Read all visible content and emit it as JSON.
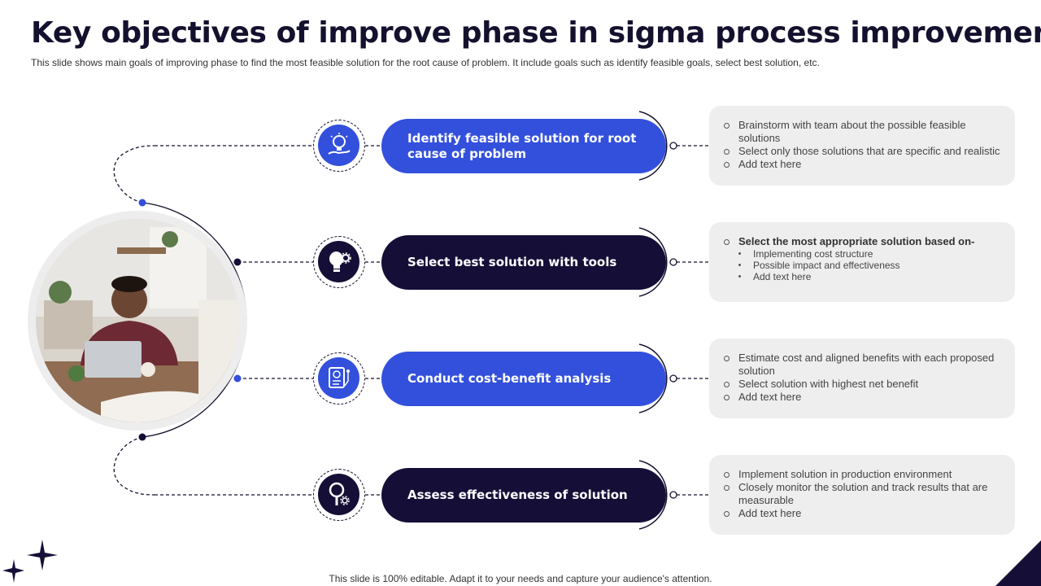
{
  "header": {
    "title": "Key objectives of improve phase in sigma process improvement",
    "subtitle": "This slide shows main goals of improving phase to find the most feasible solution for the root cause of problem. It include goals such as identify feasible goals, select best solution, etc."
  },
  "steps": [
    {
      "label": "Identify feasible solution for root cause of problem",
      "icon": "lightbulb-hand-icon",
      "color": "#3350dc",
      "details": [
        "Brainstorm with team about the possible feasible solutions",
        "Select only those solutions that are specific and realistic",
        "Add text here"
      ]
    },
    {
      "label": "Select best solution with tools",
      "icon": "lightbulb-gear-icon",
      "color": "#150f38",
      "details_heading": "Select the most appropriate solution based on-",
      "sub_details": [
        "Implementing cost structure",
        "Possible impact and effectiveness",
        "Add text here"
      ]
    },
    {
      "label": "Conduct cost-benefit analysis",
      "icon": "cost-document-icon",
      "color": "#3350dc",
      "details": [
        "Estimate cost and aligned benefits with each proposed solution",
        "Select solution with highest net benefit",
        "Add text here"
      ]
    },
    {
      "label": "Assess effectiveness of solution",
      "icon": "magnifier-gear-icon",
      "color": "#150f38",
      "details": [
        "Implement solution in production environment",
        "Closely monitor the solution and track results that are measurable",
        "Add text here"
      ]
    }
  ],
  "footer": {
    "text": "This slide is 100% editable. Adapt it to your needs and capture your audience's attention."
  },
  "colors": {
    "accent_blue": "#3350dc",
    "accent_dark": "#150f38",
    "card_bg": "#eeeeee"
  }
}
